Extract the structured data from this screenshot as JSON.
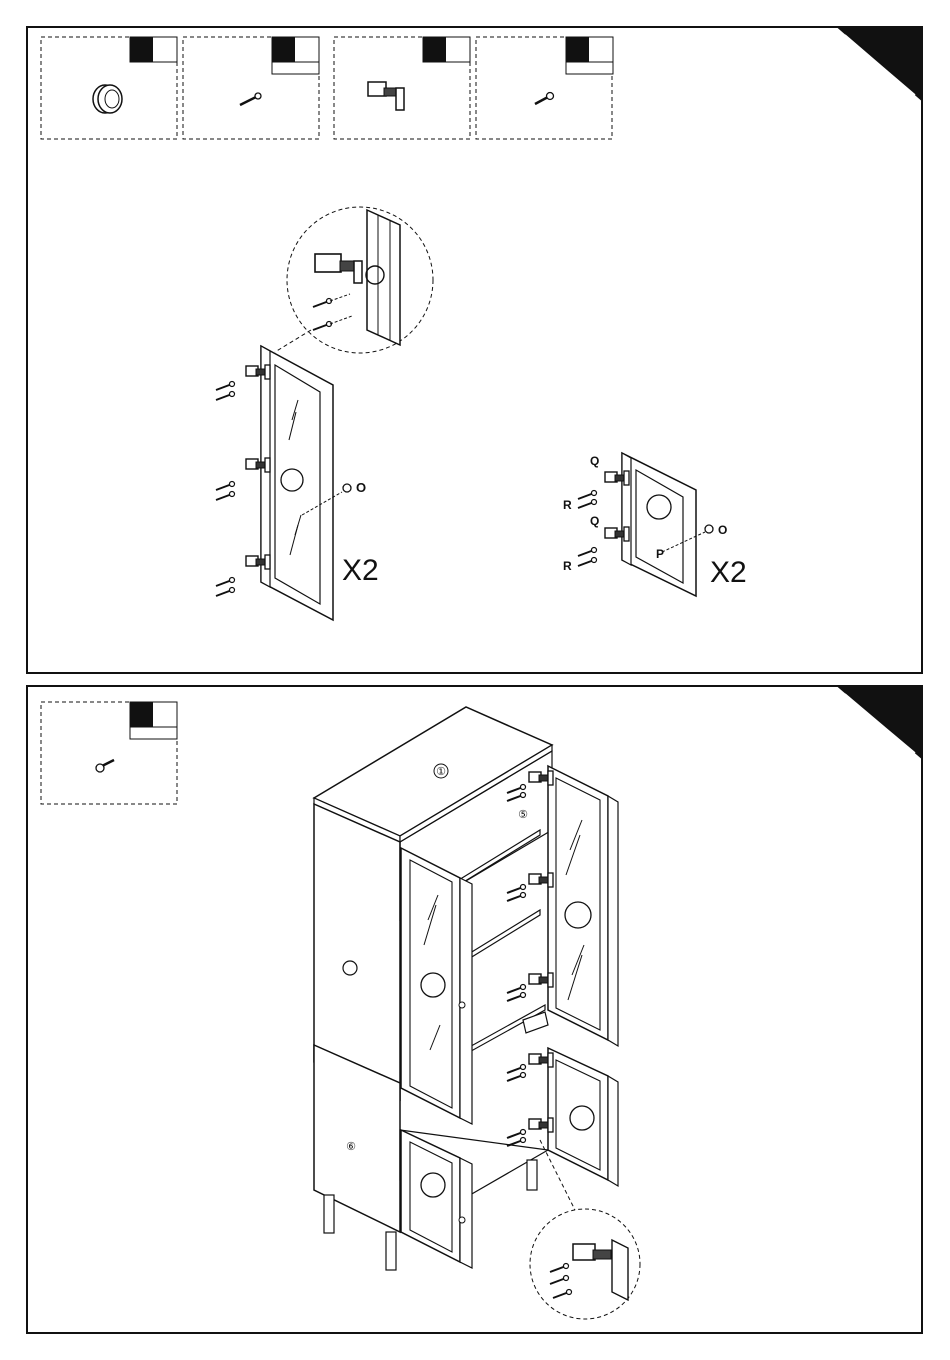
{
  "step1": {
    "part_labels": {
      "o": "O",
      "q": "Q",
      "r": "R",
      "p": "P"
    },
    "qty_tall_door": "X2",
    "qty_small_door": "X2"
  },
  "step2": {
    "panel_numbers": {
      "top": "①",
      "shelf": "⑤",
      "side": "⑥"
    }
  },
  "colors": {
    "line": "#111111",
    "background": "#ffffff"
  }
}
